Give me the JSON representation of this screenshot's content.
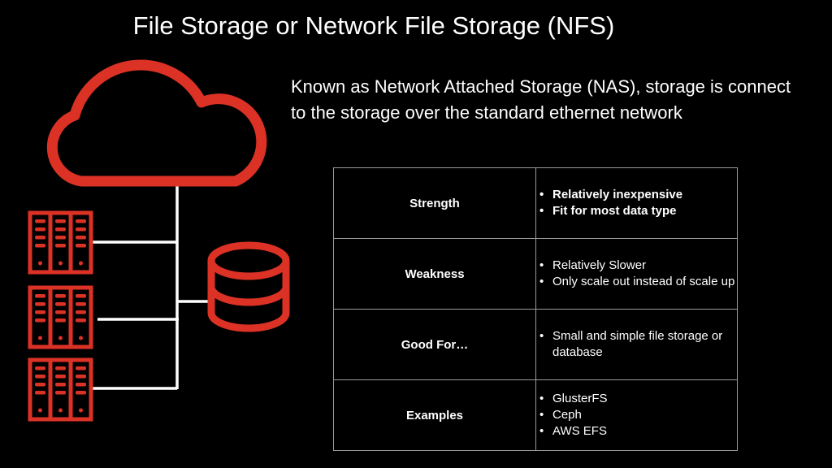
{
  "title": "File Storage or Network File Storage (NFS)",
  "description": "Known as Network Attached Storage (NAS), storage is connect to the storage over the standard ethernet network",
  "colors": {
    "accent": "#dc3226",
    "background": "#000000",
    "line": "#ffffff"
  },
  "diagram": {
    "icons": [
      "cloud-icon",
      "server-rack-icon",
      "server-rack-icon",
      "server-rack-icon",
      "database-icon"
    ]
  },
  "table": {
    "rows": [
      {
        "label": "Strength",
        "items": [
          "Relatively inexpensive",
          "Fit for most data type"
        ]
      },
      {
        "label": "Weakness",
        "items": [
          "Relatively Slower",
          "Only scale out instead of scale up"
        ]
      },
      {
        "label": "Good For…",
        "items": [
          "Small and simple file storage or database"
        ]
      },
      {
        "label": "Examples",
        "items": [
          "GlusterFS",
          "Ceph",
          "AWS EFS"
        ]
      }
    ]
  }
}
